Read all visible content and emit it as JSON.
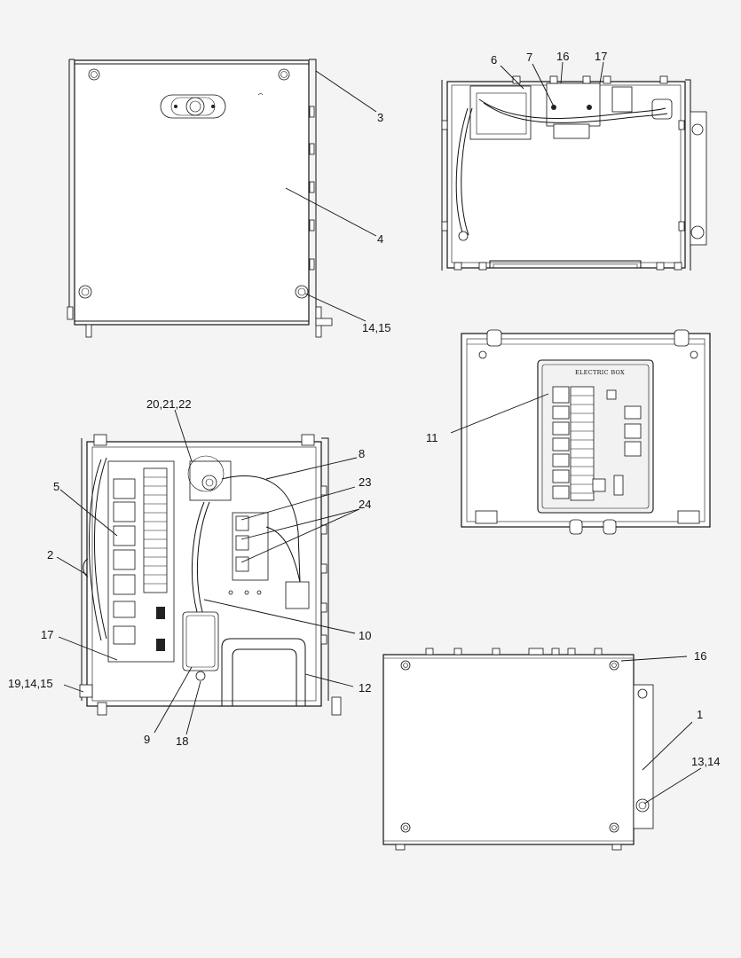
{
  "diagram": {
    "callouts": {
      "c1": "1",
      "c2": "2",
      "c3": "3",
      "c4": "4",
      "c5": "5",
      "c6": "6",
      "c7": "7",
      "c8": "8",
      "c9": "9",
      "c10": "10",
      "c11": "11",
      "c12": "12",
      "c13_14": "13,14",
      "c14_15": "14,15",
      "c16_top": "16",
      "c16_bottom": "16",
      "c17_top": "17",
      "c17_left": "17",
      "c18": "18",
      "c19_14_15": "19,14,15",
      "c20_21_22": "20,21,22",
      "c23": "23",
      "c24": "24"
    },
    "panel_title": "ELECTRIC BOX"
  }
}
